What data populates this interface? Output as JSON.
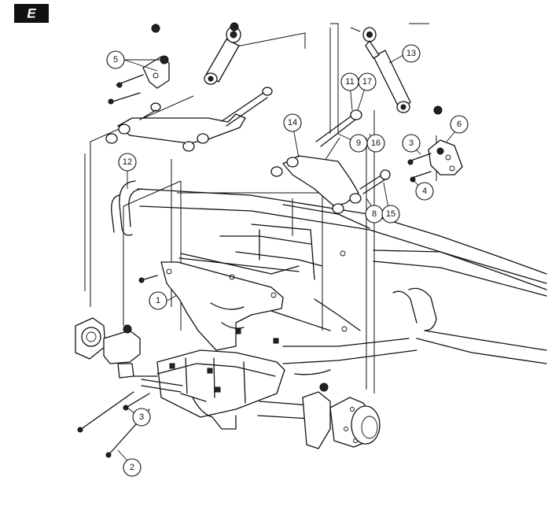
{
  "figure": {
    "letter": "E",
    "callouts": [
      {
        "id": "c1",
        "label": "1"
      },
      {
        "id": "c2",
        "label": "2"
      },
      {
        "id": "c3a",
        "label": "3"
      },
      {
        "id": "c3b",
        "label": "3"
      },
      {
        "id": "c4",
        "label": "4"
      },
      {
        "id": "c5",
        "label": "5"
      },
      {
        "id": "c6",
        "label": "6"
      },
      {
        "id": "c8",
        "label": "8"
      },
      {
        "id": "c9",
        "label": "9"
      },
      {
        "id": "c11",
        "label": "11"
      },
      {
        "id": "c12",
        "label": "12"
      },
      {
        "id": "c13",
        "label": "13"
      },
      {
        "id": "c14",
        "label": "14"
      },
      {
        "id": "c15",
        "label": "15"
      },
      {
        "id": "c16",
        "label": "16"
      },
      {
        "id": "c17",
        "label": "17"
      }
    ]
  }
}
